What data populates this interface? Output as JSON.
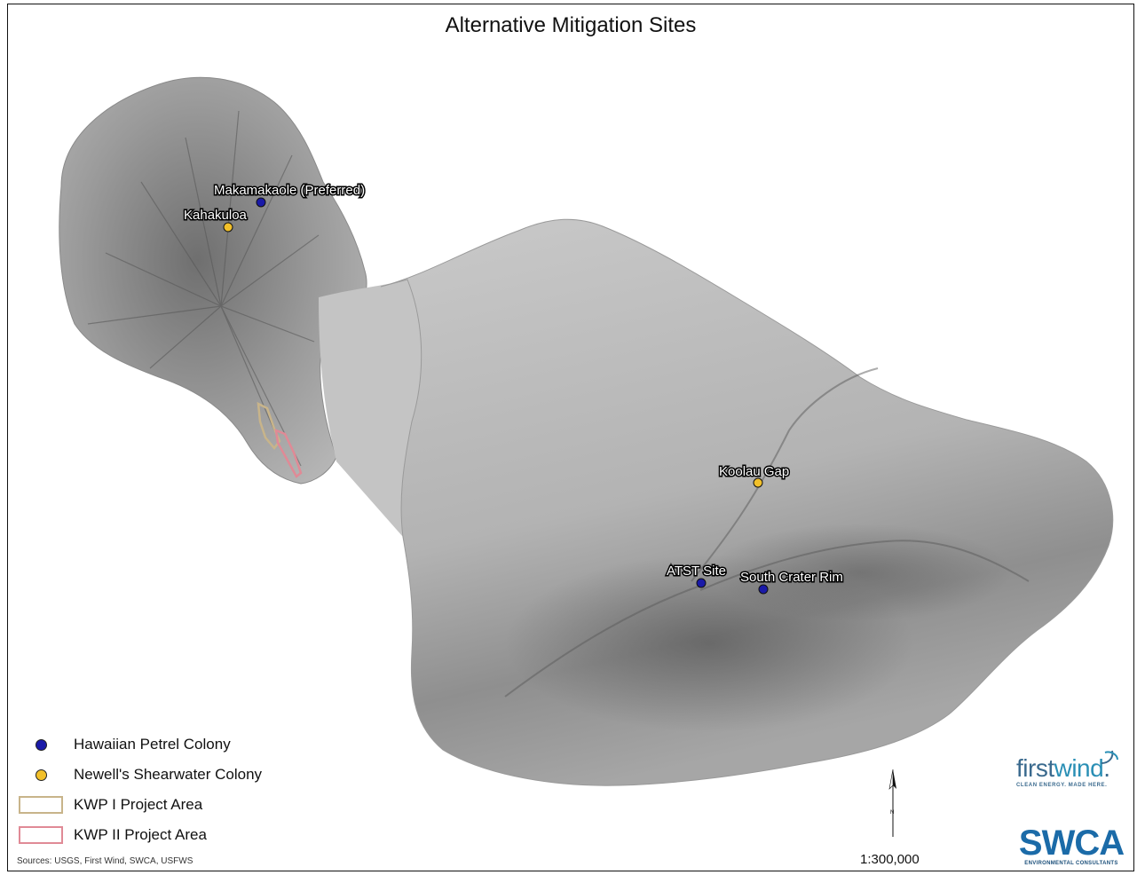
{
  "title": "Alternative Mitigation Sites",
  "sites": [
    {
      "name": "Makamakaole (Preferred)",
      "type": "petrel",
      "label": "Makamakaole  (Preferred)"
    },
    {
      "name": "Kahakuloa",
      "type": "shearwater",
      "label": "Kahakuloa"
    },
    {
      "name": "Koolau Gap",
      "type": "shearwater",
      "label": "Koolau Gap"
    },
    {
      "name": "ATST Site",
      "type": "petrel",
      "label": "ATST Site"
    },
    {
      "name": "South Crater Rim",
      "type": "petrel",
      "label": "South Crater Rim"
    }
  ],
  "legend": {
    "petrel": "Hawaiian Petrel Colony",
    "shearwater": "Newell's Shearwater Colony",
    "kwp1": "KWP I Project Area",
    "kwp2": "KWP II Project Area"
  },
  "colors": {
    "petrel": "#1a1aa8",
    "shearwater": "#f2c02a",
    "kwp1": "#c8b48a",
    "kwp2": "#e08a96"
  },
  "sources": "Sources: USGS, First Wind, SWCA, USFWS",
  "scale": "1:300,000",
  "north_label": "N",
  "logos": {
    "firstwind_a": "first",
    "firstwind_b": "wind",
    "firstwind_c": ".",
    "firstwind_tag": "CLEAN ENERGY. MADE HERE.",
    "swca": "SWCA",
    "swca_tag": "ENVIRONMENTAL CONSULTANTS"
  }
}
